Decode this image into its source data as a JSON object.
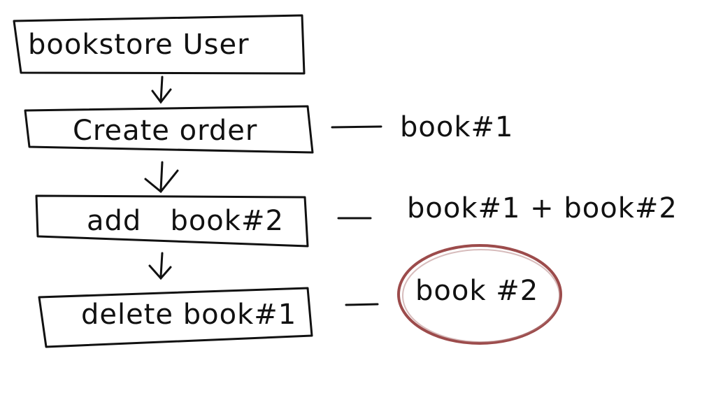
{
  "diagram": {
    "steps": [
      {
        "label": "bookstore User"
      },
      {
        "label": "Create order",
        "state": "book#1"
      },
      {
        "label": "add   book#2",
        "state": "book#1 + book#2"
      },
      {
        "label": "delete book#1",
        "state": "book #2"
      }
    ],
    "colors": {
      "ink": "#111111",
      "highlight": "#8b2b2b"
    }
  }
}
